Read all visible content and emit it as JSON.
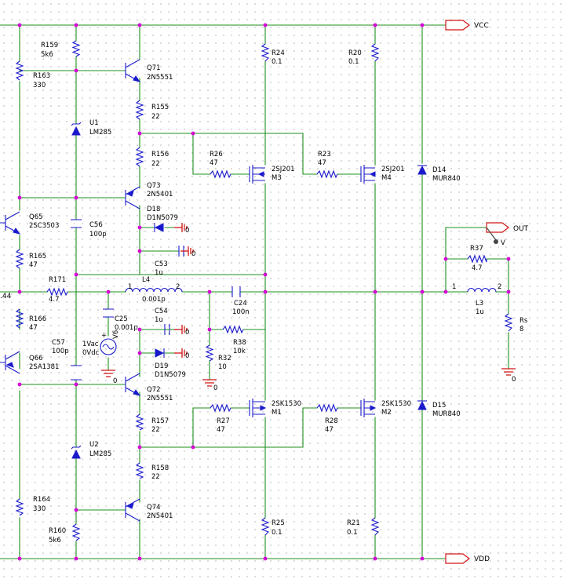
{
  "nets": {
    "vcc": "VCC",
    "vdd": "VDD",
    "out": "OUT",
    "ground": "0",
    "left_edge": ".44"
  },
  "probe": {
    "label": "V"
  },
  "colors": {
    "wire": "#1c8f1c",
    "component": "#1a1acc",
    "offpage": "#d21414",
    "junction": "#d600d6",
    "grid": "#c4c4c4"
  },
  "resistors": {
    "r159": {
      "ref": "R159",
      "value": "5k6"
    },
    "r163": {
      "ref": "R163",
      "value": "330"
    },
    "r155": {
      "ref": "R155",
      "value": "22"
    },
    "r156": {
      "ref": "R156",
      "value": "22"
    },
    "r165": {
      "ref": "R165",
      "value": "47"
    },
    "r171": {
      "ref": "R171",
      "value": "4.7"
    },
    "r166": {
      "ref": "R166",
      "value": "47"
    },
    "r157": {
      "ref": "R157",
      "value": "22"
    },
    "r158": {
      "ref": "R158",
      "value": "22"
    },
    "r164": {
      "ref": "R164",
      "value": "330"
    },
    "r160": {
      "ref": "R160",
      "value": "5k6"
    },
    "r24": {
      "ref": "R24",
      "value": "0.1"
    },
    "r20": {
      "ref": "R20",
      "value": "0.1"
    },
    "r26": {
      "ref": "R26",
      "value": "47"
    },
    "r23": {
      "ref": "R23",
      "value": "47"
    },
    "r37": {
      "ref": "R37",
      "value": "4.7"
    },
    "r38": {
      "ref": "R38",
      "value": "10k"
    },
    "r32": {
      "ref": "R32",
      "value": "10"
    },
    "r27": {
      "ref": "R27",
      "value": "47"
    },
    "r28": {
      "ref": "R28",
      "value": "47"
    },
    "r25": {
      "ref": "R25",
      "value": "0.1"
    },
    "r21": {
      "ref": "R21",
      "value": "0.1"
    },
    "rs": {
      "ref": "Rs",
      "value": "8"
    }
  },
  "capacitors": {
    "c56": {
      "ref": "C56",
      "value": "100p"
    },
    "c53": {
      "ref": "C53",
      "value": "1u"
    },
    "c24": {
      "ref": "C24",
      "value": "100n"
    },
    "c25": {
      "ref": "C25",
      "value": "0.001p"
    },
    "c54": {
      "ref": "C54",
      "value": "1u"
    },
    "c57": {
      "ref": "C57",
      "value": "100p"
    }
  },
  "inductors": {
    "l4": {
      "ref": "L4",
      "value": "0.001p",
      "pin1": "1",
      "pin2": "2"
    },
    "l3": {
      "ref": "L3",
      "value": "1u",
      "pin1": "1",
      "pin2": "2"
    }
  },
  "transistors": {
    "q71": {
      "ref": "Q71",
      "part": "2N5551"
    },
    "q73": {
      "ref": "Q73",
      "part": "2N5401"
    },
    "q65": {
      "ref": "Q65",
      "part": "2SC3503"
    },
    "q66": {
      "ref": "Q66",
      "part": "2SA1381"
    },
    "q72": {
      "ref": "Q72",
      "part": "2N5551"
    },
    "q74": {
      "ref": "Q74",
      "part": "2N5401"
    }
  },
  "mosfets": {
    "m3": {
      "ref": "M3",
      "part": "2SJ201"
    },
    "m4": {
      "ref": "M4",
      "part": "2SJ201"
    },
    "m1": {
      "ref": "M1",
      "part": "2SK1530"
    },
    "m2": {
      "ref": "M2",
      "part": "2SK1530"
    }
  },
  "diodes": {
    "d18": {
      "ref": "D18",
      "part": "D1N5079"
    },
    "d19": {
      "ref": "D19",
      "part": "D1N5079"
    },
    "d14": {
      "ref": "D14",
      "part": "MUR840"
    },
    "d15": {
      "ref": "D15",
      "part": "MUR840"
    }
  },
  "regulators": {
    "u1": {
      "ref": "U1",
      "part": "LM285"
    },
    "u2": {
      "ref": "U2",
      "part": "LM285"
    }
  },
  "source": {
    "ref": "V6",
    "ac": "1Vac",
    "dc": "0Vdc"
  }
}
